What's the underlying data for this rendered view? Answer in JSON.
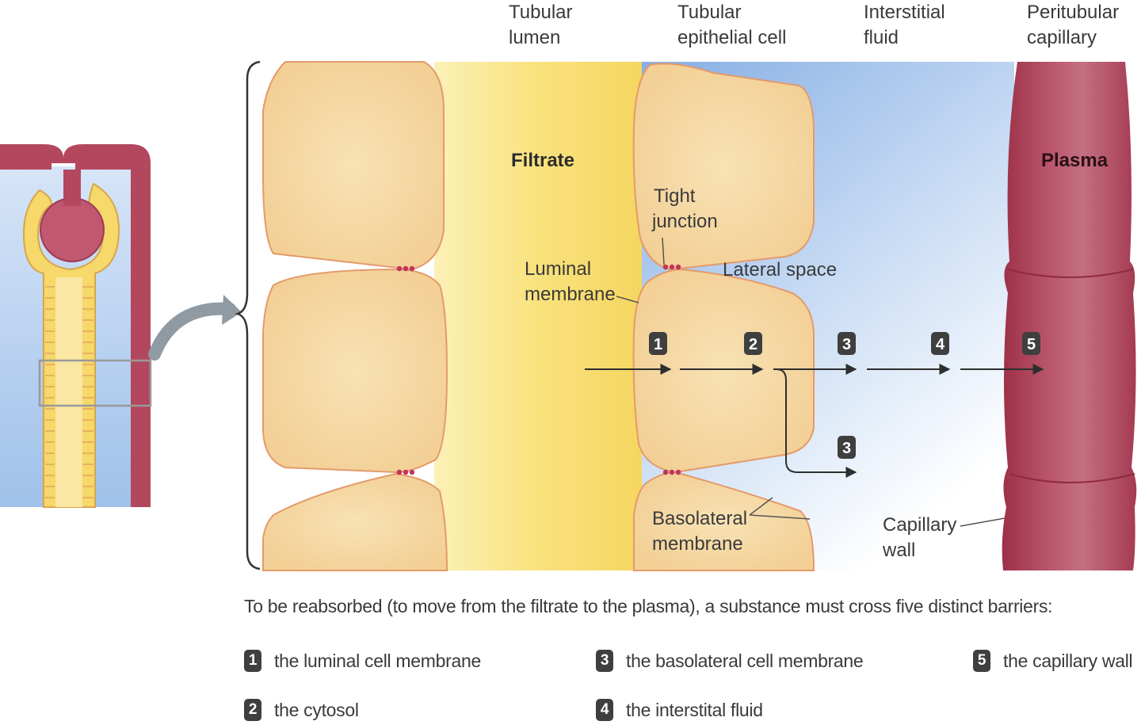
{
  "headers": {
    "tubular_lumen": [
      "Tubular",
      "lumen"
    ],
    "epithelial_cell": [
      "Tubular",
      "epithelial cell"
    ],
    "interstitial_fluid": [
      "Interstitial",
      "fluid"
    ],
    "peritubular_capillary": [
      "Peritubular",
      "capillary"
    ]
  },
  "labels": {
    "filtrate": "Filtrate",
    "plasma": "Plasma",
    "tight_junction": [
      "Tight",
      "junction"
    ],
    "lateral_space": "Lateral space",
    "luminal_membrane": [
      "Luminal",
      "membrane"
    ],
    "basolateral_membrane": [
      "Basolateral",
      "membrane"
    ],
    "capillary_wall": [
      "Capillary",
      "wall"
    ]
  },
  "steps": [
    "1",
    "2",
    "3",
    "4",
    "5"
  ],
  "caption": "To be reabsorbed (to move from the filtrate to the plasma), a substance must cross five distinct barriers:",
  "legend": [
    {
      "num": "1",
      "text": "the luminal cell membrane"
    },
    {
      "num": "2",
      "text": "the cytosol"
    },
    {
      "num": "3",
      "text": "the basolateral cell membrane"
    },
    {
      "num": "4",
      "text": "the interstital fluid"
    },
    {
      "num": "5",
      "text": "the capillary wall"
    }
  ],
  "colors": {
    "cell_fill": "#f7deaa",
    "cell_stroke": "#e9a56f",
    "lumen_yellow": "#f9e488",
    "interstitial_blue": "#8fb6e6",
    "capillary_red": "#b3475d",
    "badge": "#3f3f3f"
  }
}
